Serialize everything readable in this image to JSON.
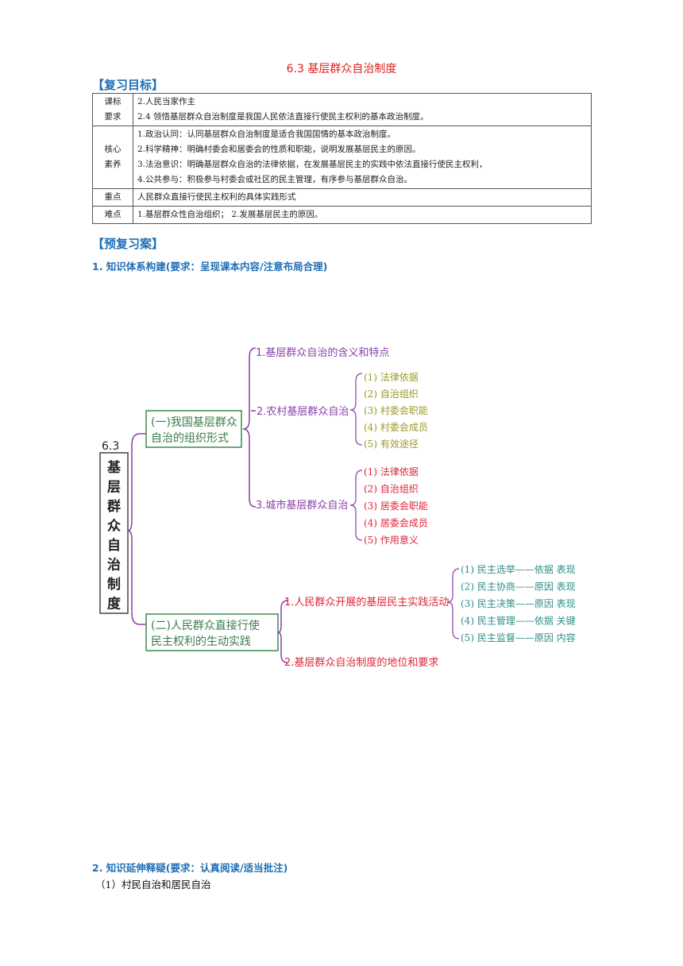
{
  "title": "6.3 基层群众自治制度",
  "goals_heading": "【复习目标】",
  "goals_table": [
    {
      "label": "课标\n要求",
      "lines": [
        "2.人民当家作主",
        "2.4 领悟基层群众自治制度是我国人民依法直接行使民主权利的基本政治制度。"
      ]
    },
    {
      "label": "核心\n素养",
      "lines": [
        "1.政治认同：认同基层群众自治制度是适合我国国情的基本政治制度。",
        "2.科学精神：明确村委会和居委会的性质和职能，说明发展基层民主的原因。",
        "3.法治意识：明确基层群众自治的法律依据，在发展基层民主的实践中依法直接行使民主权利，",
        "4.公共参与：积极参与村委会或社区的民主管理，有序参与基层群众自治。"
      ]
    },
    {
      "label": "重点",
      "lines": [
        "人民群众直接行使民主权利的具体实践形式"
      ]
    },
    {
      "label": "难点",
      "lines": [
        "1.基层群众性自治组织；    2.发展基层民主的原因。"
      ]
    }
  ],
  "preview_heading": "【预复习案】",
  "section1": "1. 知识体系构建(要求：呈现课本内容/注意布局合理)",
  "section2": "2. 知识延伸释疑(要求：认真阅读/适当批注)",
  "item1": "（1）村民自治和居民自治",
  "mindmap": {
    "root_number": "6.3",
    "root_chars": [
      "基",
      "层",
      "群",
      "众",
      "自",
      "治",
      "制",
      "度"
    ],
    "branch1": {
      "lines": [
        "(一)我国基层群众",
        "自治的组织形式"
      ]
    },
    "b1_children": {
      "c1": "1.基层群众自治的含义和特点",
      "c2": "2.农村基层群众自治",
      "c3": "3.城市基层群众自治"
    },
    "rural_items": [
      "(1) 法律依据",
      "(2) 自治组织",
      "(3) 村委会职能",
      "(4) 村委会成员",
      "(5) 有效途径"
    ],
    "urban_items": [
      "(1) 法律依据",
      "(2) 自治组织",
      "(3) 居委会职能",
      "(4) 居委会成员",
      "(5) 作用意义"
    ],
    "branch2": {
      "lines": [
        "(二)人民群众直接行使",
        "民主权利的生动实践"
      ]
    },
    "b2_children": {
      "c1": "1.人民群众开展的基层民主实践活动",
      "c2": "2.基层群众自治制度的地位和要求"
    },
    "practice_items": [
      "(1) 民主选举——依据  表现",
      "(2) 民主协商——原因  表现",
      "(3) 民主决策——原因  表现",
      "(4) 民主管理——依据  关键",
      "(5) 民主监督——原因  内容"
    ],
    "colors": {
      "purple": "#8b3fa8",
      "green": "#3a7d4a",
      "olive": "#9a9a2a",
      "red": "#e0243c",
      "teal": "#2f8f86",
      "boxborder": "#3b8a4c"
    }
  }
}
